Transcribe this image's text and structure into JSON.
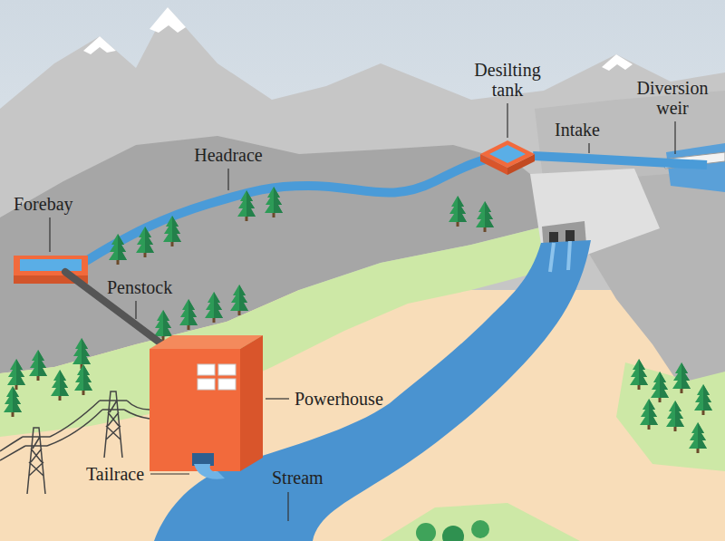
{
  "diagram": {
    "labels": [
      "Desilting tank",
      "Diversion weir",
      "Intake",
      "Headrace",
      "Forebay",
      "Penstock",
      "Powerhouse",
      "Tailrace",
      "Stream"
    ]
  }
}
